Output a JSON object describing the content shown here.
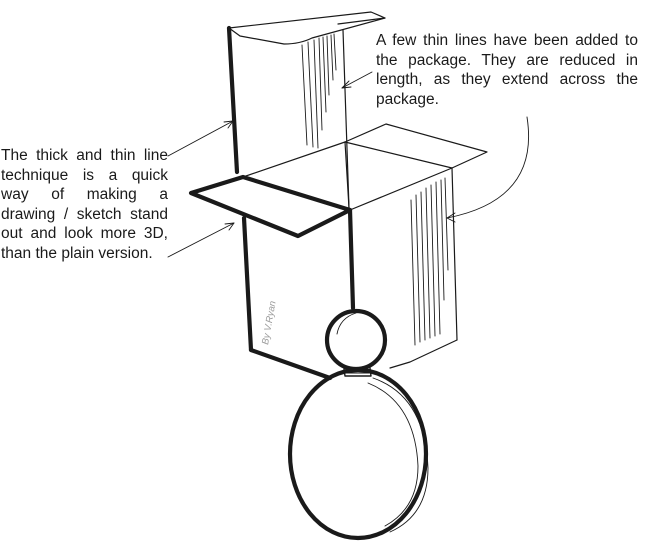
{
  "annotations": {
    "thin_lines_note": "A few thin lines have been added to the package. They are reduced in length, as they extend across the package.",
    "thick_thin_note": "The thick and thin line technique is a quick way of making a drawing / sketch stand out and look more 3D, than the plain version."
  },
  "signature": "By V.Ryan",
  "colors": {
    "ink": "#1a1a1a",
    "signature": "#9a9a9a",
    "background": "#ffffff"
  }
}
